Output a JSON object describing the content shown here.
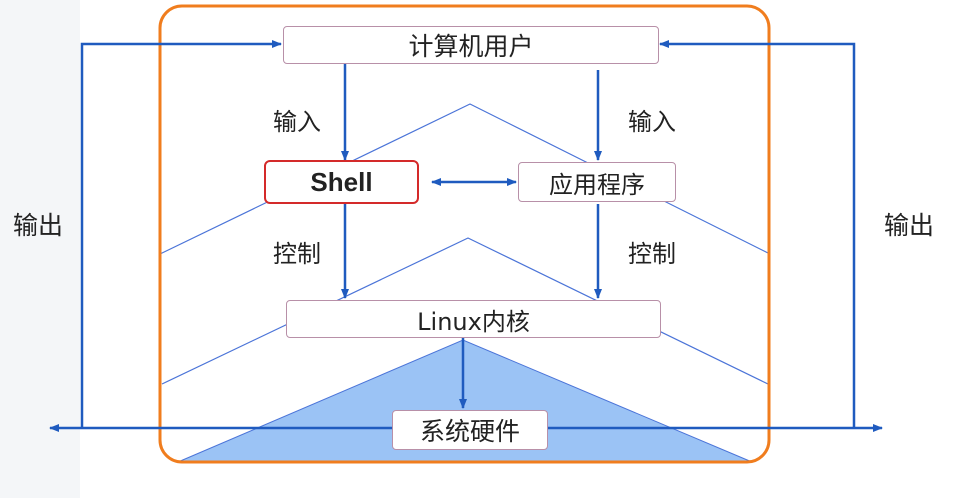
{
  "nodes": {
    "users": "计算机用户",
    "shell": "Shell",
    "apps": "应用程序",
    "kernel": "Linux内核",
    "hardware": "系统硬件"
  },
  "edge_labels": {
    "input_left": "输入",
    "input_right": "输入",
    "control_left": "控制",
    "control_right": "控制",
    "output_left": "输出",
    "output_right": "输出"
  },
  "colors": {
    "frame": "#f07d1e",
    "arrow": "#1f5bbf",
    "shell_border": "#d42a2a",
    "box_border": "#b890a8",
    "chevron": "#4b74d8",
    "triangle_fill": "#9bc3f5"
  }
}
